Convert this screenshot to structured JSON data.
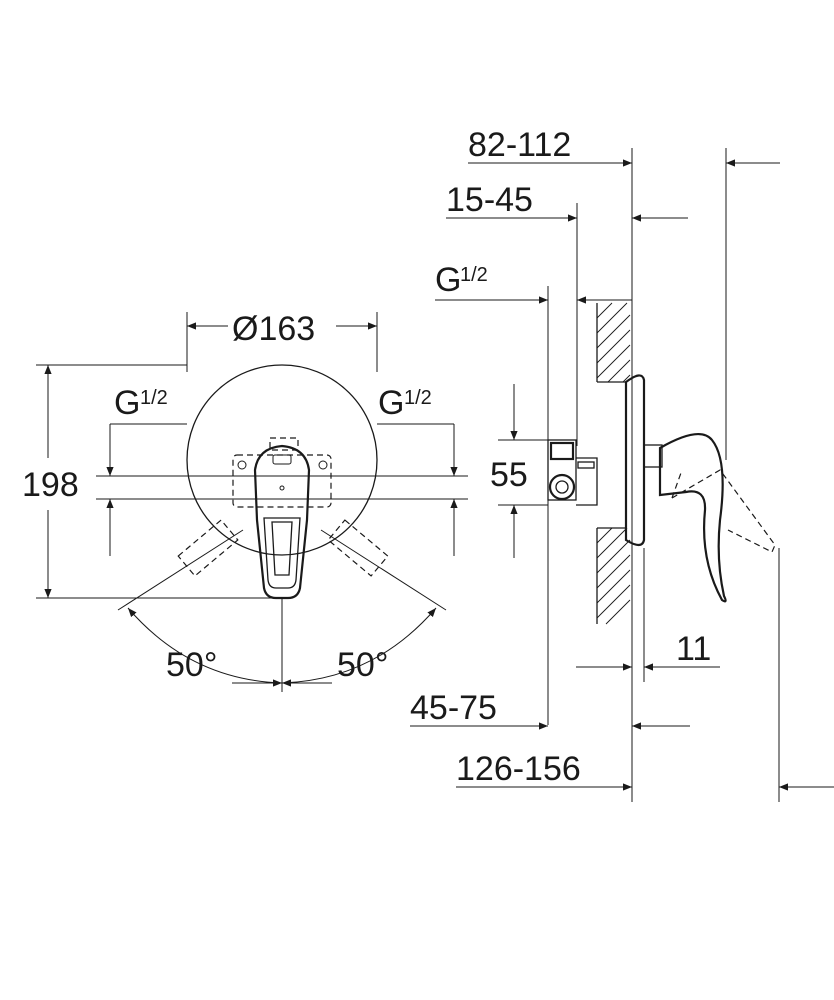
{
  "front_view": {
    "diameter": "Ø163",
    "height": "198",
    "thread_left": "G",
    "thread_left_frac": "1/2",
    "thread_right": "G",
    "thread_right_frac": "1/2",
    "angle_left": "50°",
    "angle_right": "50°"
  },
  "side_view": {
    "depth_total": "82-112",
    "depth_inner": "15-45",
    "thread": "G",
    "thread_frac": "1/2",
    "spacing": "55",
    "plate": "11",
    "outlet": "45-75",
    "depth_max": "126-156"
  }
}
